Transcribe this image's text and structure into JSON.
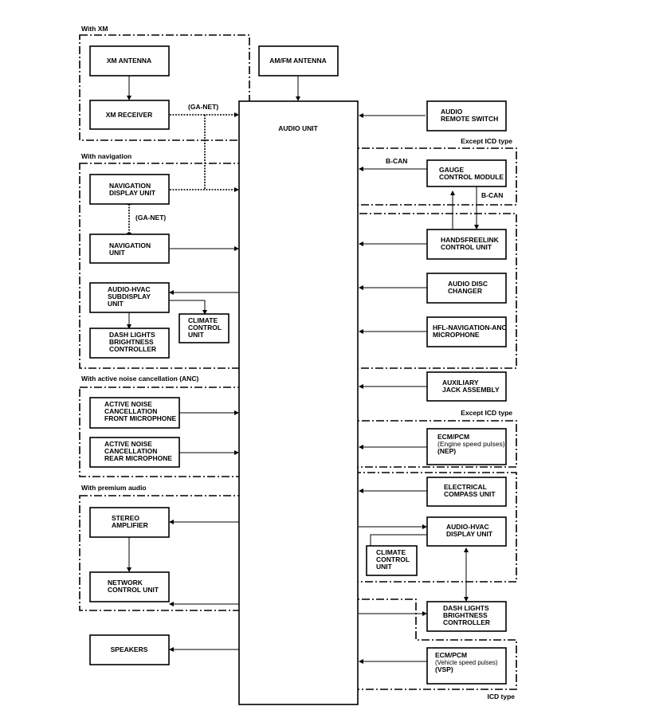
{
  "groups": {
    "with_xm": "With XM",
    "with_navigation": "With navigation",
    "with_anc": "With active noise cancellation (ANC)",
    "with_premium_audio": "With premium audio",
    "except_icd_1": "Except ICD type",
    "except_icd_2": "Except ICD type",
    "icd_type": "ICD type"
  },
  "signals": {
    "ga_net_1": "(GA-NET)",
    "ga_net_2": "(GA-NET)",
    "b_can_1": "B-CAN",
    "b_can_2": "B-CAN"
  },
  "components": {
    "xm_antenna": [
      "XM ANTENNA"
    ],
    "am_fm_antenna": [
      "AM/FM ANTENNA"
    ],
    "xm_receiver": [
      "XM RECEIVER"
    ],
    "audio_unit": [
      "AUDIO UNIT"
    ],
    "audio_remote_switch": [
      "AUDIO",
      "REMOTE SWITCH"
    ],
    "gauge_control_module": [
      "GAUGE",
      "CONTROL MODULE"
    ],
    "navigation_display_unit": [
      "NAVIGATION",
      "DISPLAY UNIT"
    ],
    "navigation_unit": [
      "NAVIGATION",
      "UNIT"
    ],
    "handsfreelink_control_unit": [
      "HANDSFREELINK",
      "CONTROL UNIT"
    ],
    "audio_hvac_subdisplay_unit": [
      "AUDIO-HVAC",
      "SUBDISPLAY",
      "UNIT"
    ],
    "audio_disc_changer": [
      "AUDIO DISC",
      "CHANGER"
    ],
    "climate_control_unit_1": [
      "CLIMATE",
      "CONTROL",
      "UNIT"
    ],
    "dash_lights_brightness_controller_1": [
      "DASH LIGHTS",
      "BRIGHTNESS",
      "CONTROLLER"
    ],
    "hfl_navigation_anc_microphone": [
      "HFL-NAVIGATION-ANC",
      "MICROPHONE"
    ],
    "auxiliary_jack_assembly": [
      "AUXILIARY",
      "JACK ASSEMBLY"
    ],
    "anc_front_microphone": [
      "ACTIVE NOISE",
      "CANCELLATION",
      "FRONT MICROPHONE"
    ],
    "anc_rear_microphone": [
      "ACTIVE NOISE",
      "CANCELLATION",
      "REAR MICROPHONE"
    ],
    "ecm_pcm_nep": [
      "ECM/PCM",
      "(Engine speed pulses)",
      "(NEP)"
    ],
    "electrical_compass_unit": [
      "ELECTRICAL",
      "COMPASS UNIT"
    ],
    "stereo_amplifier": [
      "STEREO",
      "AMPLIFIER"
    ],
    "audio_hvac_display_unit": [
      "AUDIO-HVAC",
      "DISPLAY UNIT"
    ],
    "climate_control_unit_2": [
      "CLIMATE",
      "CONTROL",
      "UNIT"
    ],
    "network_control_unit": [
      "NETWORK",
      "CONTROL UNIT"
    ],
    "dash_lights_brightness_controller_2": [
      "DASH LIGHTS",
      "BRIGHTNESS",
      "CONTROLLER"
    ],
    "speakers": [
      "SPEAKERS"
    ],
    "ecm_pcm_vsp": [
      "ECM/PCM",
      "(Vehicle speed pulses)",
      "(VSP)"
    ]
  }
}
